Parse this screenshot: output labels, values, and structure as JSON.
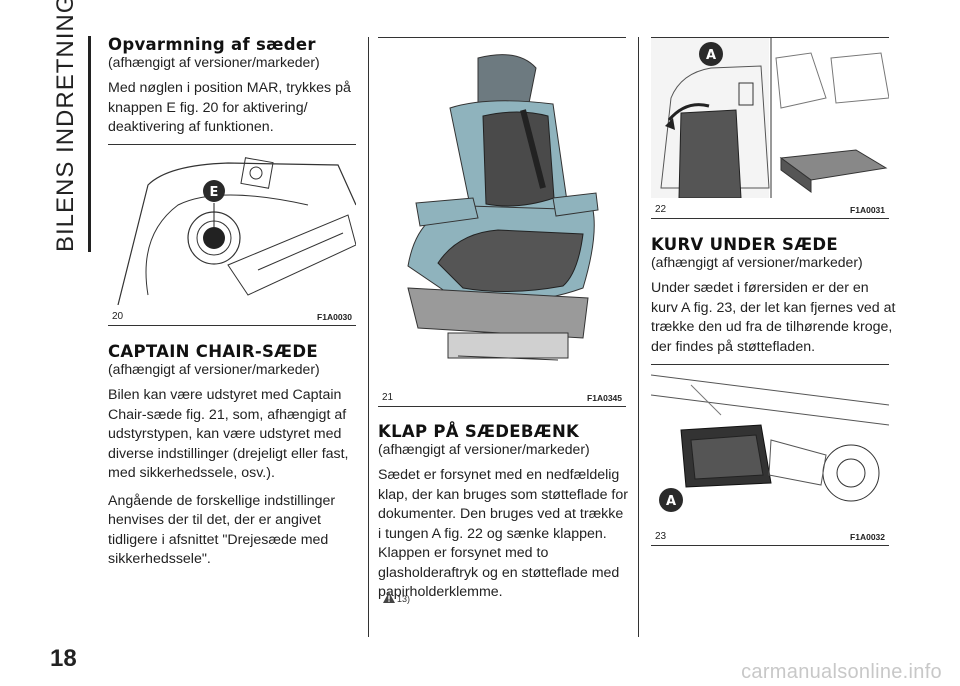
{
  "side_title": "BILENS INDRETNING",
  "page_number": "18",
  "watermark": "carmanualsonline.info",
  "col1": {
    "sec1_title": "Opvarmning af sæder",
    "sec1_sub": "(afhængigt af versioner/markeder)",
    "sec1_body": "Med nøglen i position MAR, trykkes på knappen E fig. 20 for aktivering/ deaktivering af funktionen.",
    "fig20_num": "20",
    "fig20_code": "F1A0030",
    "fig20_label": "E",
    "sec2_title": "CAPTAIN CHAIR-SÆDE",
    "sec2_sub": "(afhængigt af versioner/markeder)",
    "sec2_body1": "Bilen kan være udstyret med Captain Chair-sæde fig. 21, som, afhængigt af udstyrstypen, kan være udstyret med diverse indstillinger (drejeligt eller fast, med sikkerhedssele, osv.).",
    "sec2_body2": "Angående de forskellige indstillinger henvises der til det, der er angivet tidligere i afsnittet \"Drejesæde med sikkerhedssele\"."
  },
  "col2": {
    "fig21_num": "21",
    "fig21_code": "F1A0345",
    "sec3_title": "KLAP PÅ SÆDEBÆNK",
    "sec3_sub": "(afhængigt af versioner/markeder)",
    "sec3_body": "Sædet er forsynet med en nedfældelig klap, der kan bruges som støtteflade for dokumenter. Den bruges ved at trække i tungen A fig. 22 og sænke klappen. Klappen er forsynet med to glasholderaftryk og en støtteflade med papirholderklemme.",
    "warning_ref": "13)"
  },
  "col3": {
    "fig22_num": "22",
    "fig22_code": "F1A0031",
    "fig22_label": "A",
    "sec4_title": "KURV UNDER SÆDE",
    "sec4_sub": "(afhængigt af versioner/markeder)",
    "sec4_body": "Under sædet i førersiden er der en kurv A fig. 23, der let kan fjernes ved at trække den ud fra de tilhørende kroge, der findes på støttefladen.",
    "fig23_num": "23",
    "fig23_code": "F1A0032",
    "fig23_label": "A"
  },
  "colors": {
    "seat_blue": "#8fb3bd",
    "seat_dark": "#3c3c3c",
    "text": "#222222"
  }
}
